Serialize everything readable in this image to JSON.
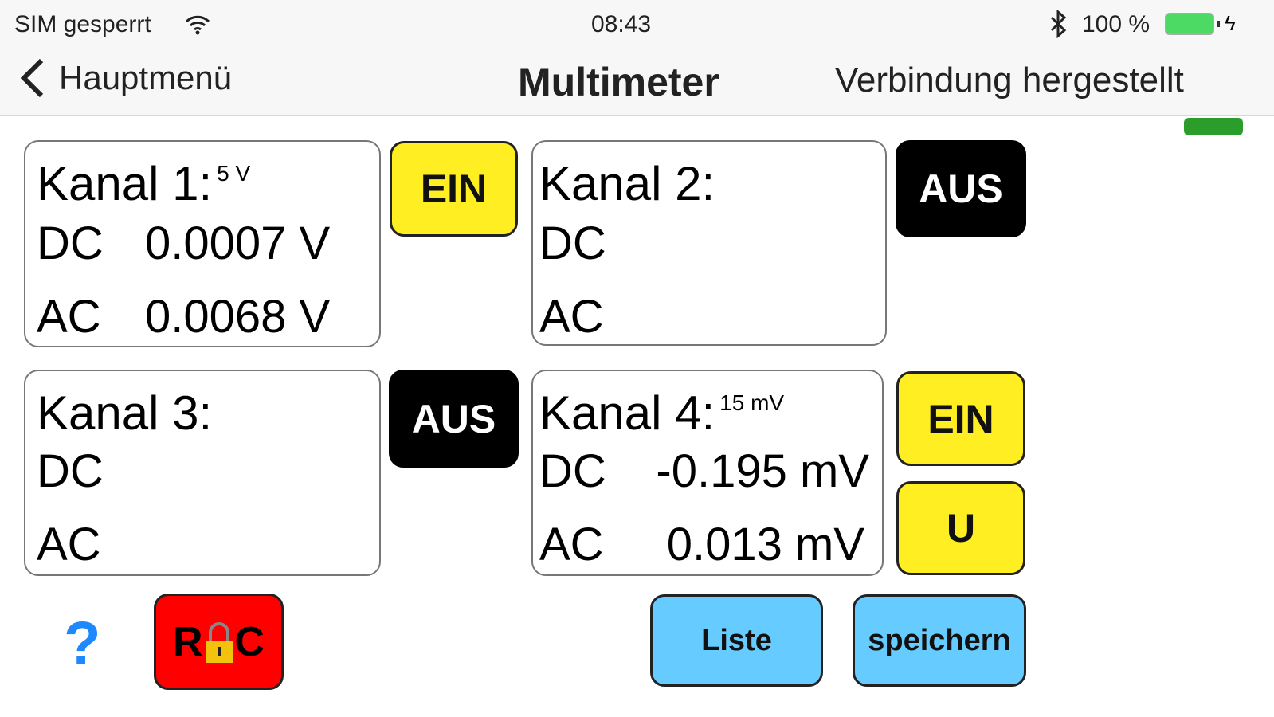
{
  "status_bar": {
    "carrier": "SIM gesperrt",
    "time": "08:43",
    "battery": "100 %"
  },
  "nav": {
    "back_label": "Hauptmenü",
    "title": "Multimeter",
    "connection": "Verbindung hergestellt"
  },
  "channels": [
    {
      "title": "Kanal 1:",
      "range": "5 V",
      "dc_label": "DC",
      "dc_value": "0.0007 V",
      "ac_label": "AC",
      "ac_value": "0.0068 V",
      "toggle": "EIN"
    },
    {
      "title": "Kanal 2:",
      "range": "",
      "dc_label": "DC",
      "dc_value": "",
      "ac_label": "AC",
      "ac_value": "",
      "toggle": "AUS"
    },
    {
      "title": "Kanal 3:",
      "range": "",
      "dc_label": "DC",
      "dc_value": "",
      "ac_label": "AC",
      "ac_value": "",
      "toggle": "AUS"
    },
    {
      "title": "Kanal 4:",
      "range": "15 mV",
      "dc_label": "DC",
      "dc_value": "-0.195 mV",
      "ac_label": "AC",
      "ac_value": "0.013 mV",
      "toggle": "EIN",
      "mode": "U"
    }
  ],
  "bottom": {
    "help": "?",
    "rec_left": "R",
    "rec_right": "C",
    "list": "Liste",
    "save": "speichern"
  },
  "colors": {
    "on": "#ffee22",
    "off": "#000000",
    "rec": "#ff0000",
    "action": "#66ccff",
    "battery": "#4cd964"
  }
}
